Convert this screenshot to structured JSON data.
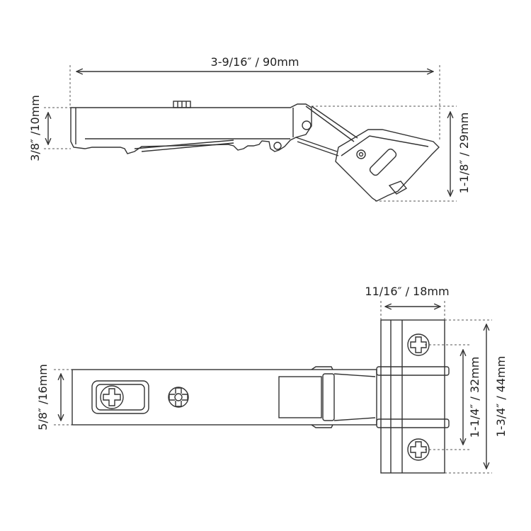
{
  "side_view": {
    "width_dimension": "3-9/16″ / 90mm",
    "arm_height_dimension": "3/8″ /10mm",
    "cup_height_dimension": "1-1/8″ / 29mm"
  },
  "top_view": {
    "cup_width_dimension": "11/16″ / 18mm",
    "arm_width_dimension": "5/8″ /16mm",
    "screw_spacing_dimension": "1-1/4″ / 32mm",
    "plate_height_dimension": "1-3/4″ / 44mm"
  },
  "colors": {
    "line": "#333333",
    "dashed": "#555555",
    "text": "#222222"
  }
}
